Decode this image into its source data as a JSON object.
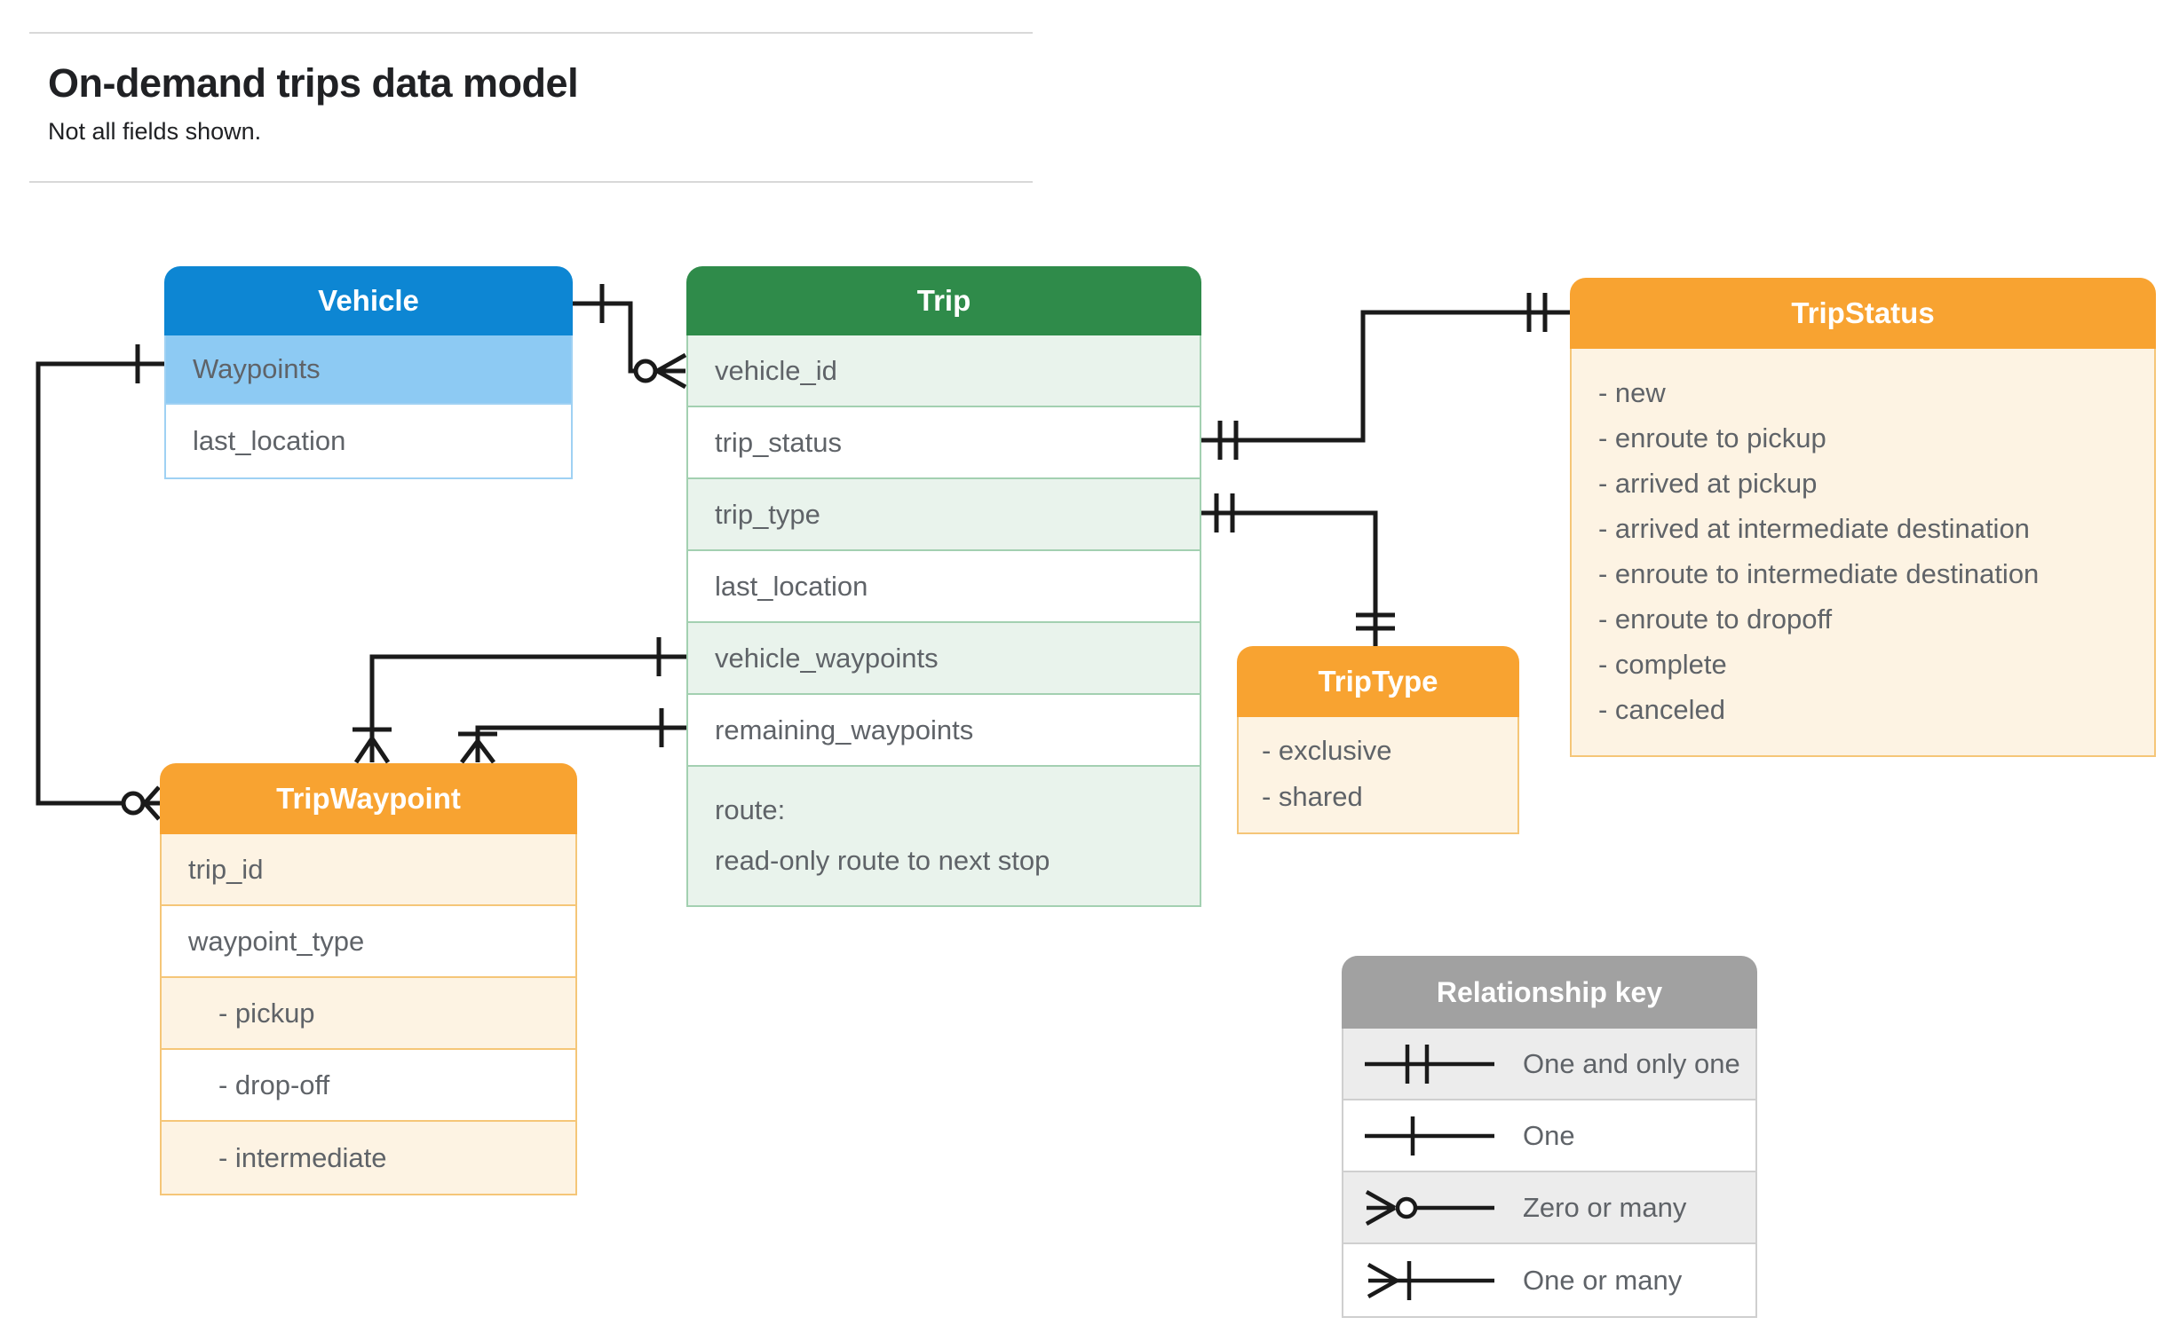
{
  "header": {
    "title": "On-demand trips data model",
    "subtitle": "Not all fields shown."
  },
  "entities": {
    "vehicle": {
      "title": "Vehicle",
      "fields": [
        "Waypoints",
        "last_location"
      ]
    },
    "trip": {
      "title": "Trip",
      "fields": [
        "vehicle_id",
        "trip_status",
        "trip_type",
        "last_location",
        "vehicle_waypoints",
        "remaining_waypoints"
      ],
      "route_lines": [
        "route:",
        "read-only route to next stop"
      ]
    },
    "tripstatus": {
      "title": "TripStatus",
      "values": [
        "- new",
        "- enroute to pickup",
        "- arrived at pickup",
        "- arrived at intermediate destination",
        "- enroute to intermediate destination",
        "- enroute to dropoff",
        "- complete",
        "- canceled"
      ]
    },
    "triptype": {
      "title": "TripType",
      "values": [
        "- exclusive",
        "- shared"
      ]
    },
    "tripwaypoint": {
      "title": "TripWaypoint",
      "fields": [
        "trip_id",
        "waypoint_type",
        "- pickup",
        "- drop-off",
        "- intermediate"
      ]
    }
  },
  "legend": {
    "title": "Relationship key",
    "items": [
      {
        "symbol": "one-and-only-one",
        "label": "One and only one"
      },
      {
        "symbol": "one",
        "label": "One"
      },
      {
        "symbol": "zero-or-many",
        "label": "Zero or many"
      },
      {
        "symbol": "one-or-many",
        "label": "One or many"
      }
    ]
  },
  "relationships": [
    {
      "from": "Vehicle",
      "to": "Trip.vehicle_id",
      "from_cardinality": "one",
      "to_cardinality": "zero-or-many"
    },
    {
      "from": "Trip.trip_status",
      "to": "TripStatus",
      "from_cardinality": "one-and-only-one",
      "to_cardinality": "one-and-only-one"
    },
    {
      "from": "Trip.trip_type",
      "to": "TripType",
      "from_cardinality": "one-and-only-one",
      "to_cardinality": "one-and-only-one"
    },
    {
      "from": "Trip.vehicle_waypoints",
      "to": "TripWaypoint",
      "from_cardinality": "one",
      "to_cardinality": "one-or-many"
    },
    {
      "from": "Trip.remaining_waypoints",
      "to": "TripWaypoint",
      "from_cardinality": "one",
      "to_cardinality": "one-or-many"
    },
    {
      "from": "Vehicle.Waypoints",
      "to": "TripWaypoint",
      "from_cardinality": "one",
      "to_cardinality": "zero-or-many"
    }
  ],
  "colors": {
    "vehicle_header": "#0d86d3",
    "vehicle_highlight_row": "#8dcaf3",
    "trip_header": "#2f8b4a",
    "trip_row_tint": "#e9f3ec",
    "enum_header": "#f8a331",
    "enum_row_tint": "#fdf3e3",
    "legend_header": "#a1a1a1",
    "legend_row_tint": "#ececec",
    "connector_line": "#1a1a1a",
    "field_text": "#5f6368",
    "title_text": "#202124"
  }
}
